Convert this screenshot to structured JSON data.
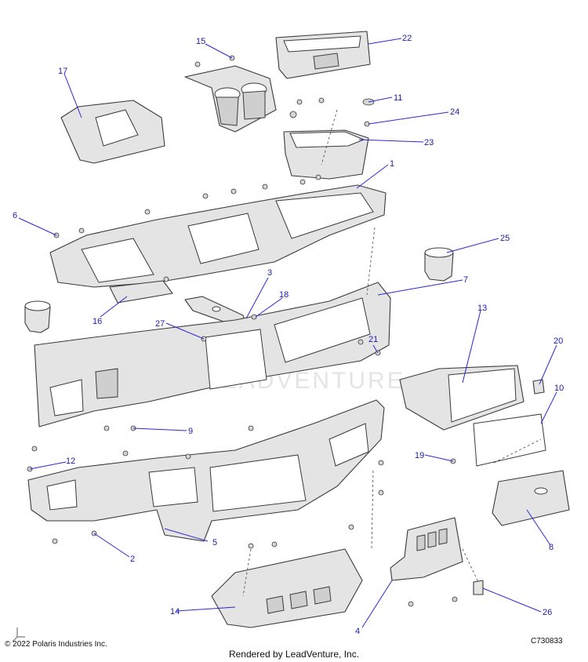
{
  "callouts": [
    "1",
    "2",
    "3",
    "4",
    "5",
    "6",
    "7",
    "8",
    "9",
    "10",
    "11",
    "12",
    "13",
    "14",
    "15",
    "16",
    "17",
    "18",
    "19",
    "20",
    "21",
    "22",
    "23",
    "24",
    "25",
    "26",
    "27"
  ],
  "watermark": "LEADVENTURE",
  "copyright": "© 2022 Polaris Industries Inc.",
  "drawing_id": "C730833",
  "rendered_by": "Rendered by LeadVenture, Inc.",
  "colors": {
    "callout": "#1a1aa8",
    "leader": "#2a2ad0",
    "part_fill": "#e4e4e4",
    "outline": "#3a3a3a"
  }
}
